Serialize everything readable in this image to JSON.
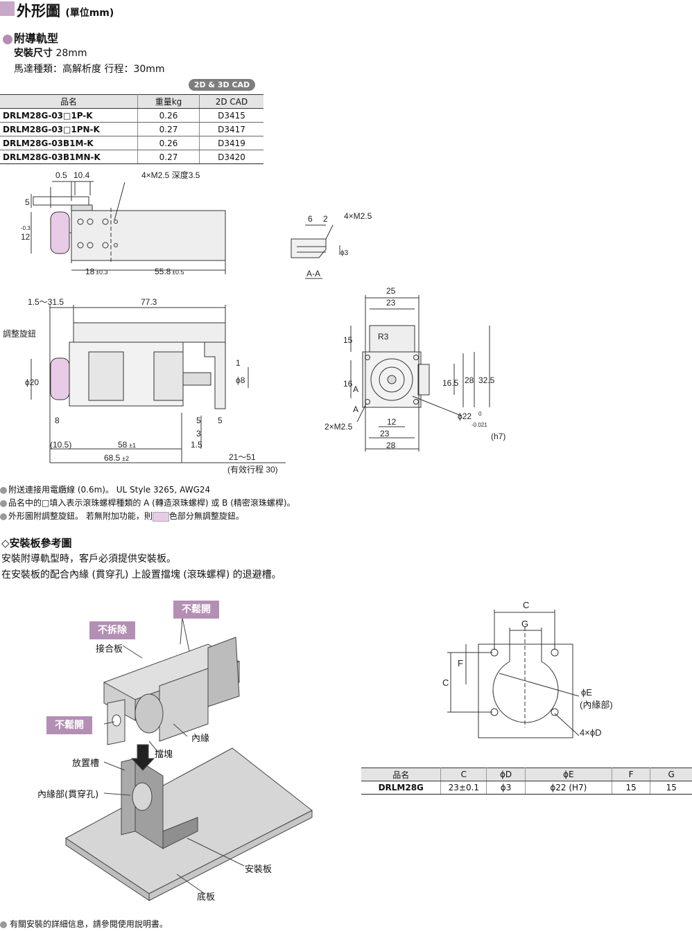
{
  "header": {
    "title": "外形圖",
    "unit": "(單位mm)"
  },
  "model": {
    "type": "附導軌型",
    "size_label": "安裝尺寸",
    "size_value": "28mm",
    "motor_line": "馬達種類：高解析度 行程：30mm",
    "cad_badge": "2D & 3D CAD"
  },
  "spec_table": {
    "headers": [
      "品名",
      "重量kg",
      "2D CAD"
    ],
    "rows": [
      [
        "DRLM28G-03□1P-K",
        "0.26",
        "D3415"
      ],
      [
        "DRLM28G-03□1PN-K",
        "0.27",
        "D3417"
      ],
      [
        "DRLM28G-03B1M-K",
        "0.26",
        "D3419"
      ],
      [
        "DRLM28G-03B1MN-K",
        "0.27",
        "D3420"
      ]
    ]
  },
  "drawing": {
    "d_05": "0.5",
    "d_104": "10.4",
    "d_4m25_depth": "4×M2.5 深度3.5",
    "d_5": "5",
    "d_12": "12",
    "tol_03": "-0.3",
    "d_18": "18",
    "tol_pm03": "±0.3",
    "d_558": "55.8",
    "tol_pm05": "±0.5",
    "aa_6": "6",
    "aa_2": "2",
    "aa_4m25": "4×M2.5",
    "aa_phi3": "ϕ3",
    "aa_label": "A-A",
    "d_15_315": "1.5～31.5",
    "d_773": "77.3",
    "knob_label": "調整旋鈕",
    "d_phi20": "ϕ20",
    "d_phi8": "ϕ8",
    "d_1": "1",
    "d_8": "8",
    "d_3": "3",
    "d_15": "1.5",
    "d_105": "(10.5)",
    "d_58": "58",
    "tol_pm1": "±1",
    "d_685": "68.5",
    "tol_pm2": "±2",
    "d_21_51": "21～51",
    "stroke_note": "(有效行程 30)",
    "f_25": "25",
    "f_23": "23",
    "f_15": "15",
    "f_r3": "R3",
    "f_16": "16",
    "f_a": "A",
    "f_165": "16.5",
    "f_28": "28",
    "f_325": "32.5",
    "f_2m25": "2×M2.5",
    "f_phi22": "ϕ22",
    "f_tol_top": "0",
    "f_tol_bot": "-0.021",
    "f_h7": "(h7)"
  },
  "notes": [
    "附送連接用電纜線 (0.6m)。 UL Style 3265, AWG24",
    "品名中的□填入表示滾珠螺桿種類的 A (轉造滾珠螺桿) 或 B (精密滾珠螺桿)。",
    "外形圖附調整旋鈕。 若無附加功能，則",
    "色部分無調整旋鈕。"
  ],
  "mount": {
    "heading": "◇安裝板參考圖",
    "para1": "安裝附導軌型時，客戶必須提供安裝板。",
    "para2": "在安裝板的配合內緣 (貫穿孔) 上設置擋塊 (滾珠螺桿) 的退避槽。",
    "tag_no_remove": "不拆除",
    "tag_no_loosen_1": "不鬆開",
    "tag_no_loosen_2": "不鬆開",
    "lbl_joint": "接合板",
    "lbl_inner": "內緣",
    "lbl_stopper": "擋塊",
    "lbl_slot": "放置槽",
    "lbl_inner_hole": "內緣部(貫穿孔)",
    "lbl_plate": "安裝板",
    "lbl_base": "底板",
    "d_C": "C",
    "d_G": "G",
    "d_F": "F",
    "d_E": "ϕE",
    "d_E_note": "(內緣部)",
    "d_D": "4×ϕD"
  },
  "mount_table": {
    "headers": [
      "品名",
      "C",
      "ϕD",
      "ϕE",
      "F",
      "G"
    ],
    "row": [
      "DRLM28G",
      "23±0.1",
      "ϕ3",
      "ϕ22 (H7)",
      "15",
      "15"
    ]
  },
  "footer": "有關安裝的詳細信息，請參閱使用說明書。"
}
